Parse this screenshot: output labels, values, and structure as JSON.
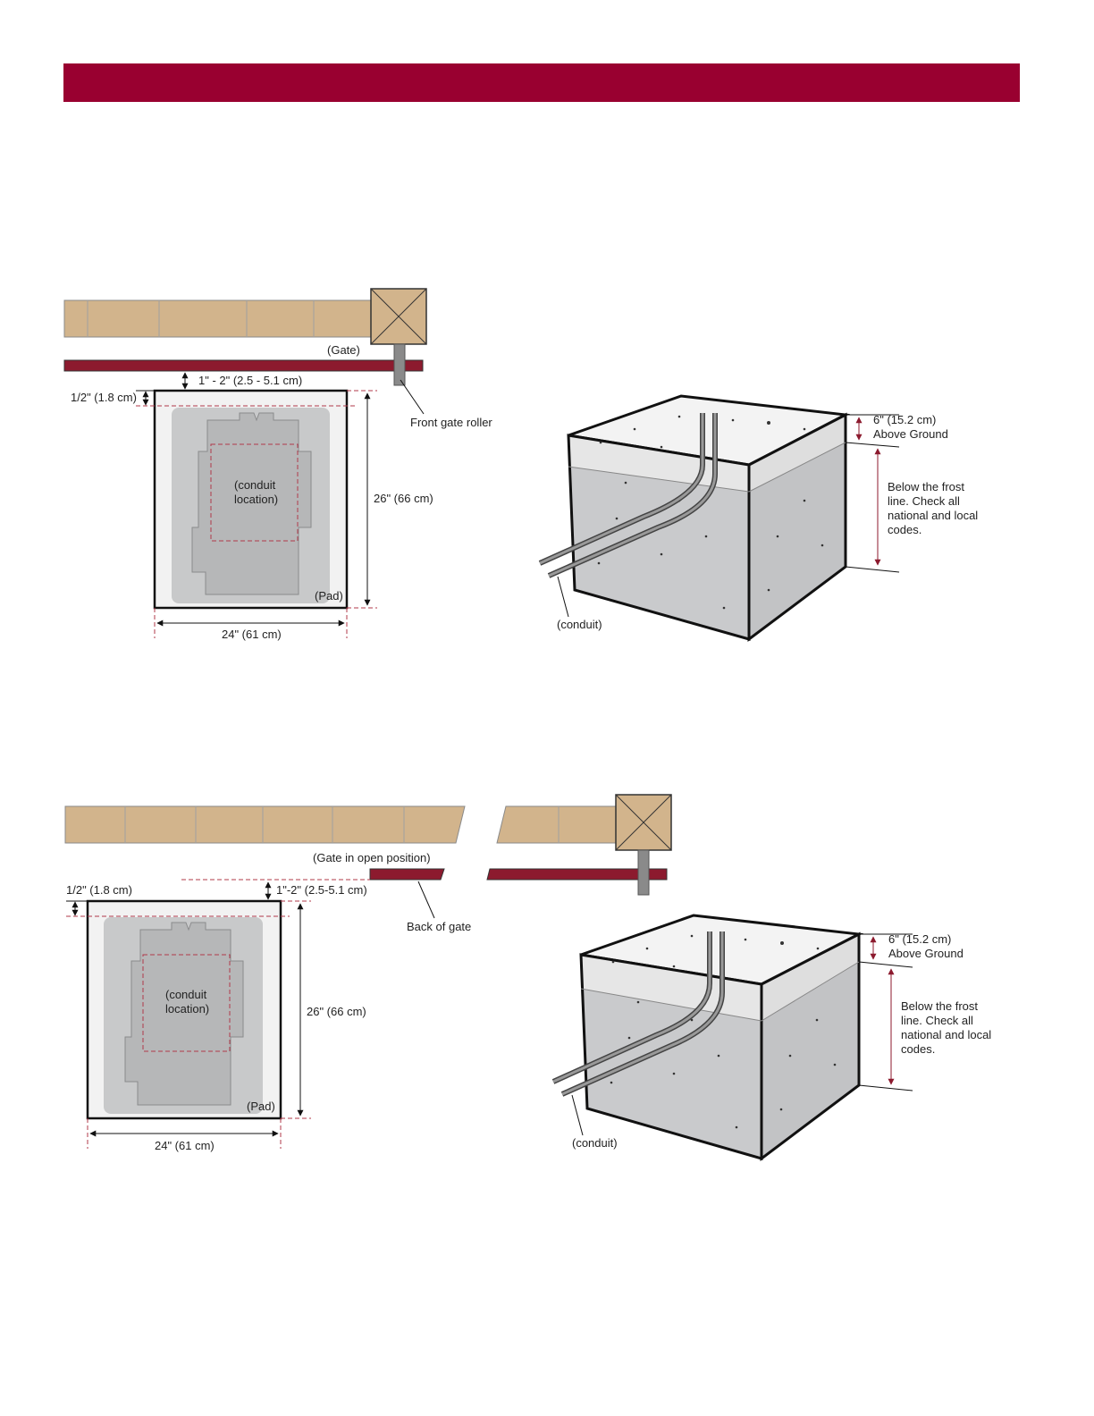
{
  "colors": {
    "header": "#990030",
    "gate": "#8c1a2e",
    "fence": "#d2b48c",
    "dimension_dashed": "#b0384a",
    "concrete_top": "#f3f3f3",
    "concrete_body": "#c9cacc",
    "operator_shadow": "#b9babb"
  },
  "diagram_top": {
    "gate_label": "(Gate)",
    "gap_label": "1\" - 2\" (2.5 - 5.1 cm)",
    "setback_label": "1/2\" (1.8 cm)",
    "roller_label": "Front gate roller",
    "conduit_location": [
      "(conduit",
      "location)"
    ],
    "pad_label": "(Pad)",
    "depth_label": "26\" (66 cm)",
    "width_label": "24\" (61 cm)"
  },
  "pad_3d_top": {
    "above_ground": [
      "6\" (15.2 cm)",
      "Above Ground"
    ],
    "below_frost": [
      "Below the frost",
      "line. Check all",
      "national and local",
      "codes."
    ],
    "conduit_label": "(conduit)"
  },
  "diagram_bottom": {
    "gate_label": "(Gate in open position)",
    "gap_label": "1\"-2\" (2.5-5.1 cm)",
    "setback_label": "1/2\" (1.8 cm)",
    "back_of_gate_label": "Back of gate",
    "conduit_location": [
      "(conduit",
      "location)"
    ],
    "pad_label": "(Pad)",
    "depth_label": "26\" (66 cm)",
    "width_label": "24\" (61 cm)"
  },
  "pad_3d_bottom": {
    "above_ground": [
      "6\" (15.2 cm)",
      "Above Ground"
    ],
    "below_frost": [
      "Below the frost",
      "line. Check all",
      "national and local",
      "codes."
    ],
    "conduit_label": "(conduit)"
  }
}
